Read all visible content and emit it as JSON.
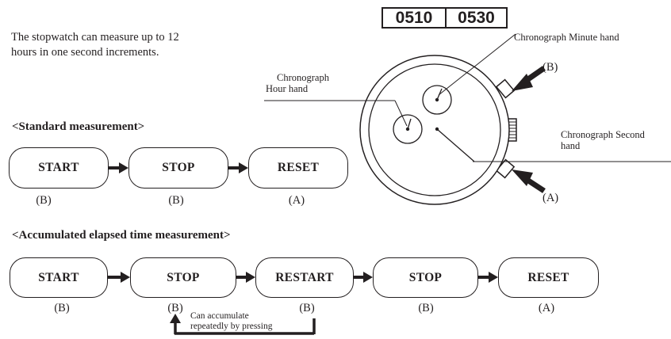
{
  "codes": [
    "0510",
    "0530"
  ],
  "intro_text": "The stopwatch can measure up to 12 hours in one second increments.",
  "standard": {
    "heading": "<Standard measurement>",
    "steps": [
      {
        "label": "START",
        "button": "(B)"
      },
      {
        "label": "STOP",
        "button": "(B)"
      },
      {
        "label": "RESET",
        "button": "(A)"
      }
    ]
  },
  "accumulated": {
    "heading": "<Accumulated elapsed time measurement>",
    "steps": [
      {
        "label": "START",
        "button": "(B)"
      },
      {
        "label": "STOP",
        "button": "(B)"
      },
      {
        "label": "RESTART",
        "button": "(B)"
      },
      {
        "label": "STOP",
        "button": "(B)"
      },
      {
        "label": "RESET",
        "button": "(A)"
      }
    ],
    "loop_note_line1": "Can accumulate",
    "loop_note_line2": "repeatedly by pressing"
  },
  "watch_labels": {
    "minute_hand": "Chronograph Minute hand",
    "hour_hand_line1": "Chronograph",
    "hour_hand_line2": "Hour hand",
    "second_hand_line1": "Chronograph Second",
    "second_hand_line2": "hand",
    "button_b": "(B)",
    "button_a": "(A)"
  }
}
